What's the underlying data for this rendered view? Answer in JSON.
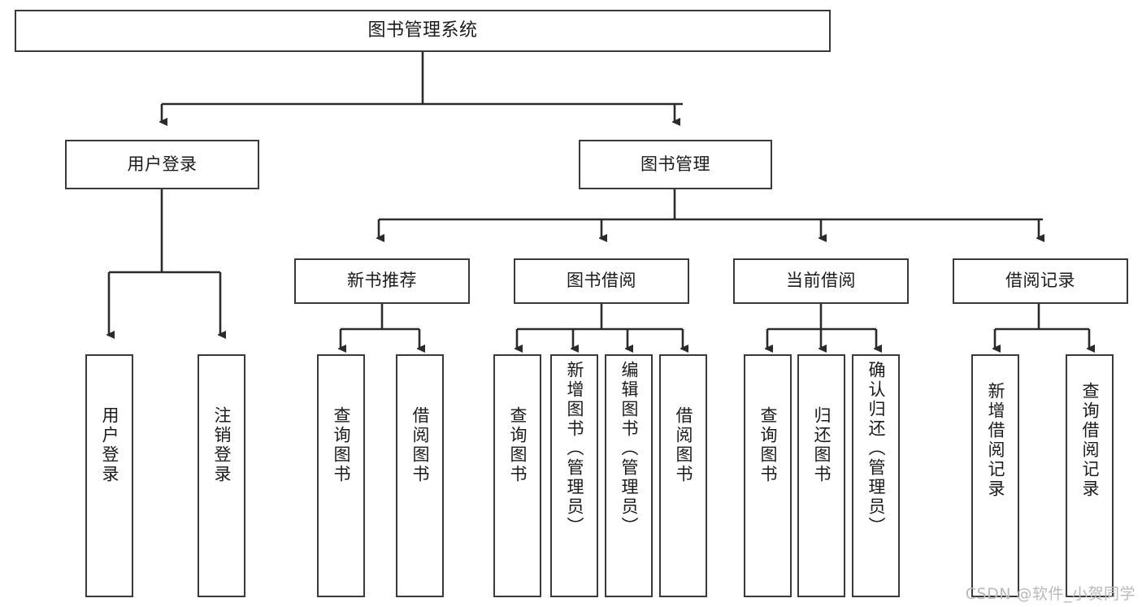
{
  "diagram": {
    "title": "图书管理系统",
    "type": "tree-hierarchy",
    "orientation": "top-down",
    "watermark": "CSDN @软件_小贺同学",
    "colors": {
      "box_border": "#3a3a3a",
      "box_fill": "#ffffff",
      "edge": "#2b2b2b",
      "text": "#1b1b1b",
      "watermark": "#b9b9b9",
      "background": "#ffffff"
    }
  },
  "nodes": {
    "root": {
      "label": "图书管理系统",
      "level": 0
    },
    "level1": [
      {
        "id": "user-login",
        "label": "用户登录"
      },
      {
        "id": "book-manage",
        "label": "图书管理"
      }
    ],
    "level2": [
      {
        "id": "new-book-recommend",
        "label": "新书推荐"
      },
      {
        "id": "book-borrow",
        "label": "图书借阅"
      },
      {
        "id": "current-borrow",
        "label": "当前借阅"
      },
      {
        "id": "borrow-record",
        "label": "借阅记录"
      }
    ],
    "leaves": {
      "user-login": [
        {
          "id": "leaf-user-login",
          "label": "用户登录"
        },
        {
          "id": "leaf-logout",
          "label": "注销登录"
        }
      ],
      "new-book-recommend": [
        {
          "id": "leaf-query-book-1",
          "label": "查询图书"
        },
        {
          "id": "leaf-borrow-book-1",
          "label": "借阅图书"
        }
      ],
      "book-borrow": [
        {
          "id": "leaf-query-book-2",
          "label": "查询图书"
        },
        {
          "id": "leaf-add-book",
          "label": "新增图书（管理员）"
        },
        {
          "id": "leaf-edit-book",
          "label": "编辑图书（管理员）"
        },
        {
          "id": "leaf-borrow-book-2",
          "label": "借阅图书"
        }
      ],
      "current-borrow": [
        {
          "id": "leaf-query-book-3",
          "label": "查询图书"
        },
        {
          "id": "leaf-return-book",
          "label": "归还图书"
        },
        {
          "id": "leaf-confirm-return",
          "label": "确认归还（管理员）"
        }
      ],
      "borrow-record": [
        {
          "id": "leaf-add-record",
          "label": "新增借阅记录"
        },
        {
          "id": "leaf-query-record",
          "label": "查询借阅记录"
        }
      ]
    }
  }
}
